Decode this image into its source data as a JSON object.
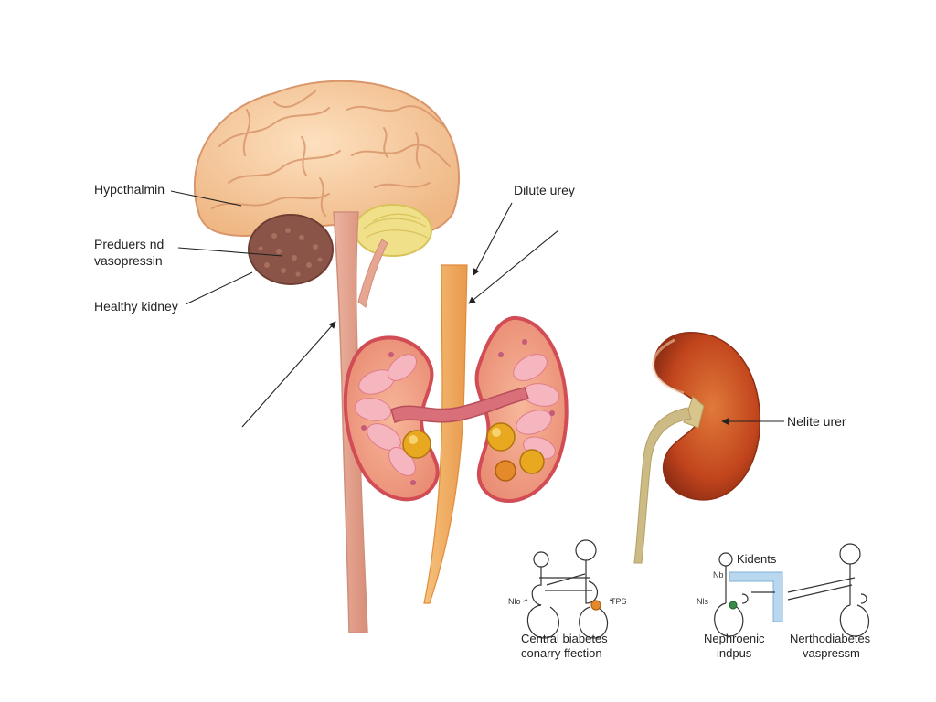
{
  "labels": {
    "hypothalamus": "Hypcthalmin",
    "produces_line1": "Preduers nd",
    "produces_line2": "vasopressin",
    "healthy_kidney": "Healthy kidney",
    "dilute_urine": "Dilute urey",
    "nelite_urine": "Nelite urer"
  },
  "panels": {
    "left": {
      "caption_line1": "Central biabetes",
      "caption_line2": "conarry ffection",
      "left_tag": "Nlo",
      "right_tag": "TPS"
    },
    "right": {
      "title": "Kidents",
      "caption_left_line1": "Nephroenic",
      "caption_left_line2": "indpus",
      "caption_right_line1": "Nerthodiabetes",
      "caption_right_line2": "vaspressm",
      "left_tag": "Nls",
      "upper_tag": "Nb"
    }
  },
  "colors": {
    "brain": "#f6c99a",
    "brain_fold": "#d9966b",
    "pituitary": "#8a5548",
    "gland_yellow": "#f0e08a",
    "stalk": "#e7a38e",
    "tube": "#f2b26a",
    "kidney_healthy": "#e46a6a",
    "kidney_dark": "#c24a1f",
    "ureter": "#cdbb86",
    "blue_pipe": "#b9d8ef"
  }
}
